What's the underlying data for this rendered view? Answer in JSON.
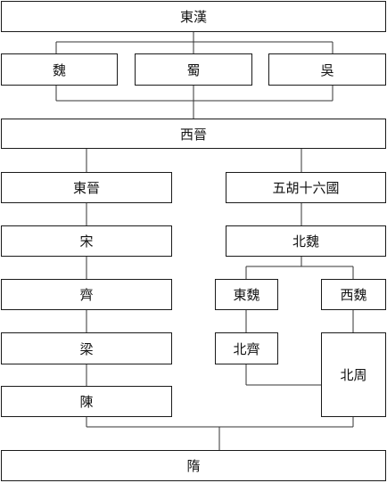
{
  "diagram": {
    "title": "",
    "nodes": {
      "dong_han": "東漢",
      "wei": "魏",
      "shu": "蜀",
      "wu": "吳",
      "xi_jin": "西晉",
      "dong_jin": "東晉",
      "wuhu_shiliuguo": "五胡十六國",
      "song": "宋",
      "bei_wei": "北魏",
      "qi": "齊",
      "dong_wei": "東魏",
      "xi_wei": "西魏",
      "liang": "梁",
      "bei_qi": "北齊",
      "bei_zhou": "北周",
      "chen": "陳",
      "sui": "隋"
    },
    "edges": [
      [
        "dong_han",
        "wei"
      ],
      [
        "dong_han",
        "shu"
      ],
      [
        "dong_han",
        "wu"
      ],
      [
        "wei",
        "xi_jin"
      ],
      [
        "shu",
        "xi_jin"
      ],
      [
        "wu",
        "xi_jin"
      ],
      [
        "xi_jin",
        "dong_jin"
      ],
      [
        "xi_jin",
        "wuhu_shiliuguo"
      ],
      [
        "dong_jin",
        "song"
      ],
      [
        "song",
        "qi"
      ],
      [
        "qi",
        "liang"
      ],
      [
        "liang",
        "chen"
      ],
      [
        "wuhu_shiliuguo",
        "bei_wei"
      ],
      [
        "bei_wei",
        "dong_wei"
      ],
      [
        "bei_wei",
        "xi_wei"
      ],
      [
        "dong_wei",
        "bei_qi"
      ],
      [
        "xi_wei",
        "bei_zhou"
      ],
      [
        "bei_qi",
        "bei_zhou"
      ],
      [
        "chen",
        "sui"
      ],
      [
        "bei_zhou",
        "sui"
      ]
    ]
  }
}
